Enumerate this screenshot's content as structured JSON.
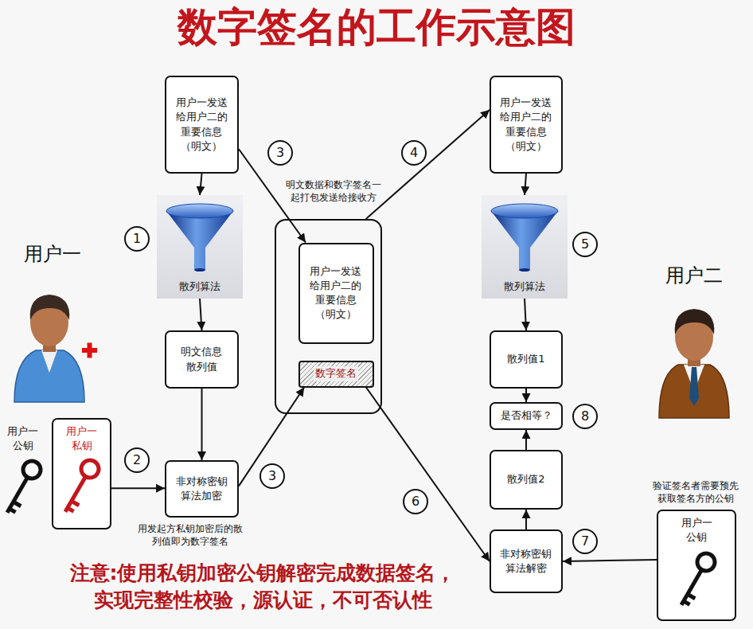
{
  "diagram": {
    "title": "数字签名的工作示意图",
    "nodes": [
      {
        "text": [
          "用户一发送给用户二的重要信息（明文）"
        ]
      },
      {
        "text": [
          "散列算法"
        ]
      },
      {
        "text": [
          "明文信息散列值"
        ]
      },
      {
        "text": [
          "非对称密钥算法加密"
        ]
      },
      {
        "text": [
          "用户一私钥"
        ]
      },
      {
        "text": [
          "明文数据和数字签名一起打包发送给接收方"
        ]
      },
      {
        "text": [
          "用户一发送给用户二的重要信息（明文）"
        ],
        "in": 5
      },
      {
        "text": [
          "数字签名"
        ],
        "in": 5
      },
      {
        "text": [
          "用户一发送给用户二的重要信息（明文）"
        ]
      },
      {
        "text": [
          "散列算法"
        ]
      },
      {
        "text": [
          "散列值1"
        ]
      },
      {
        "text": [
          "是否相等？"
        ]
      },
      {
        "text": [
          "散列值2"
        ]
      },
      {
        "text": [
          "非对称密钥算法解密"
        ]
      },
      {
        "text": [
          "验证签名者需要预先获取签名方的公钥",
          "用户一公钥"
        ]
      }
    ],
    "edges": [
      {
        "from": 0,
        "to": 1,
        "arrow": "to"
      },
      {
        "from": 1,
        "to": 2,
        "arrow": "to"
      },
      {
        "from": 2,
        "to": 3,
        "arrow": "to"
      },
      {
        "from": 4,
        "to": 3,
        "arrow": "to"
      },
      {
        "from": 0,
        "to": 6,
        "arrow": "to"
      },
      {
        "from": 3,
        "to": 7,
        "arrow": "to"
      },
      {
        "from": 5,
        "to": 8,
        "arrow": "to"
      },
      {
        "from": 8,
        "to": 9,
        "arrow": "to"
      },
      {
        "from": 9,
        "to": 10,
        "arrow": "to"
      },
      {
        "from": 10,
        "to": 11,
        "arrow": "to"
      },
      {
        "from": 12,
        "to": 11,
        "arrow": "to"
      },
      {
        "from": 13,
        "to": 12,
        "arrow": "to"
      },
      {
        "from": 7,
        "to": 13,
        "arrow": "to"
      },
      {
        "from": 14,
        "to": 13,
        "arrow": "to"
      }
    ],
    "labels": [
      "用户一",
      "用户一公钥",
      "用发起方私钥加密后的散列值即为数字签名",
      "用户二",
      "注意:使用私钥加密公钥解密完成数据签名，实现完整性校验，源认证，不可否认性",
      "1",
      "2",
      "3",
      "3",
      "4",
      "5",
      "6",
      "7",
      "8"
    ]
  }
}
